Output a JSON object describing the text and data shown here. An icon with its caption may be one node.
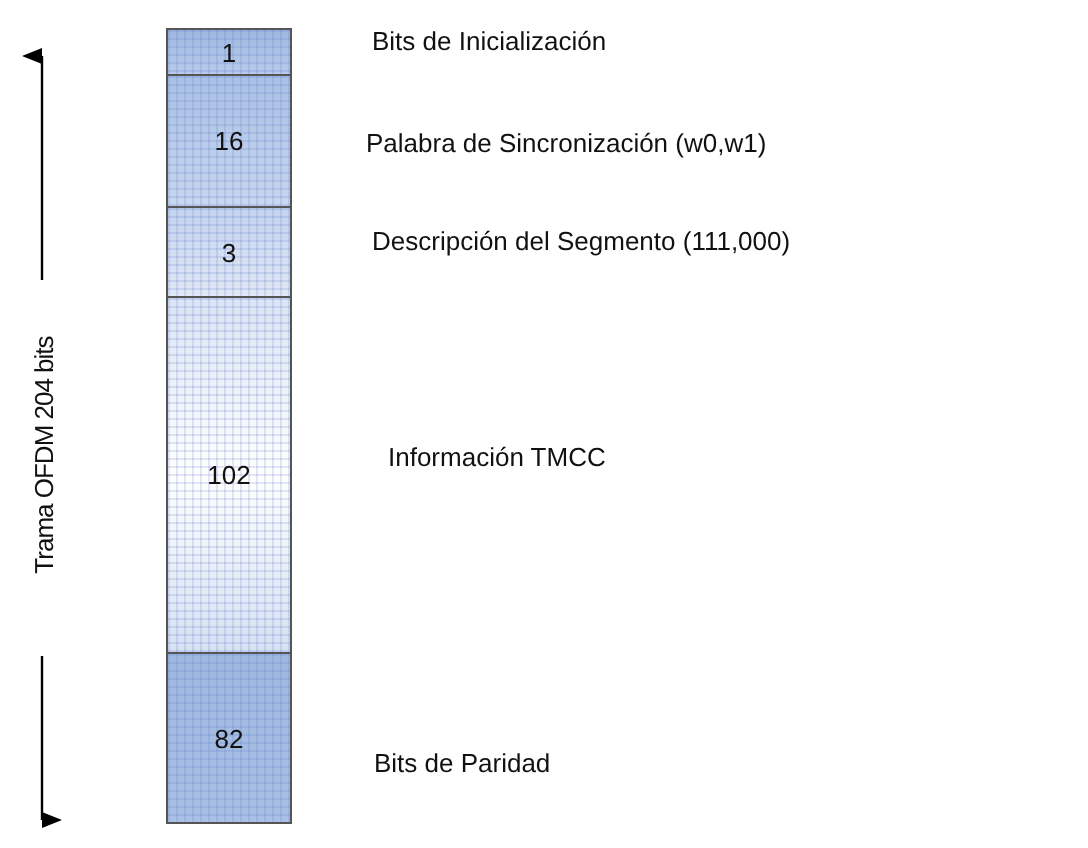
{
  "diagram": {
    "nodes": [
      {
        "text": [
          "1"
        ],
        "beside": [
          "Bits de Inicialización"
        ]
      },
      {
        "text": [
          "16"
        ],
        "beside": [
          "Palabra de Sincronización (w0,w1)"
        ]
      },
      {
        "text": [
          "3"
        ],
        "beside": [
          "Descripción del Segmento (111,000)"
        ]
      },
      {
        "text": [
          "102"
        ],
        "beside": [
          "Información TMCC"
        ]
      },
      {
        "text": [
          "82"
        ],
        "beside": [
          "Bits de Paridad"
        ]
      }
    ],
    "edges": [],
    "labels": [
      "Trama OFDM 204 bits"
    ]
  }
}
